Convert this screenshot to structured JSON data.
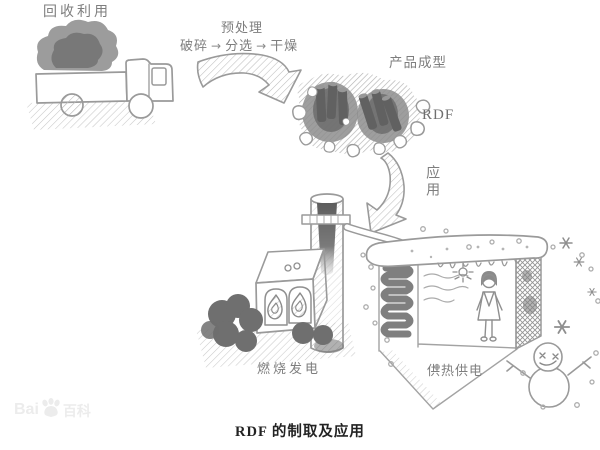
{
  "diagram": {
    "caption": "RDF 的制取及应用",
    "step_arrow": "→",
    "stages": [
      {
        "id": "recycling",
        "label": "回收利用"
      },
      {
        "id": "pretreatment",
        "label": "预处理",
        "steps": [
          "破碎",
          "分选",
          "干燥"
        ]
      },
      {
        "id": "product-forming",
        "label": "产品成型",
        "product": "RDF"
      },
      {
        "id": "application",
        "label": "应用"
      },
      {
        "id": "combustion-power",
        "label": "燃烧发电"
      },
      {
        "id": "heat-power-supply",
        "label": "供热供电"
      }
    ],
    "scene_icons": [
      "garbage-truck-icon",
      "pretreatment-arrow-icon",
      "rdf-pellets-icon",
      "application-arrow-icon",
      "incinerator-icon",
      "steam-pipe-icon",
      "house-icon",
      "radiator-icon",
      "light-bulb-icon",
      "person-icon",
      "snowman-icon",
      "snowflake-icon"
    ]
  },
  "watermark": {
    "left": "Bai",
    "right": "百科"
  },
  "colors": {
    "background": "#ffffff",
    "sketch_line": "#9a9a9a",
    "dark_fill": "#6f6f6f",
    "mid_fill": "#8f8f8f",
    "label_text": "#7e7e7e",
    "caption_text": "#232323",
    "watermark": "#ececec"
  }
}
